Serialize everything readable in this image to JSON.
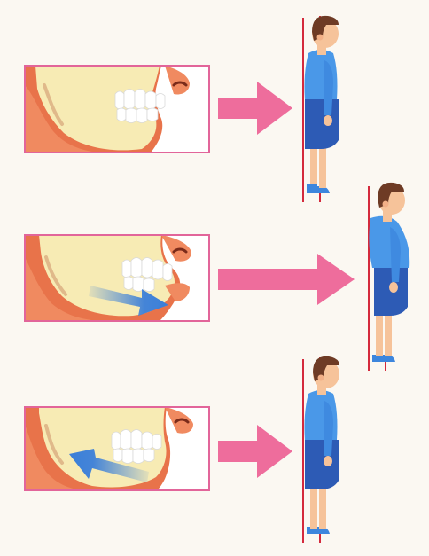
{
  "colors": {
    "background": "#fbf8f2",
    "jaw_bone": "#f7ebb4",
    "flesh": "#f08a60",
    "flesh_dark": "#e8734a",
    "frame": "#e2659a",
    "arrow_pink": "#ee6d9c",
    "blue_arrow": "#3b7fd9",
    "shirt": "#4a98e8",
    "pants": "#2d5bb5",
    "hair": "#6e3b25",
    "skin": "#f6c39a",
    "plumb_line": "#d42a3d",
    "shoes": "#3d86dd"
  },
  "panels": [
    {
      "id": "normal-bite",
      "arrow": "none"
    },
    {
      "id": "overbite",
      "arrow": "forward"
    },
    {
      "id": "underbite",
      "arrow": "backward"
    }
  ],
  "figures": [
    {
      "id": "neutral-posture",
      "lean": "upright"
    },
    {
      "id": "forward-head-posture",
      "lean": "forward"
    },
    {
      "id": "upright-posture",
      "lean": "upright"
    }
  ]
}
